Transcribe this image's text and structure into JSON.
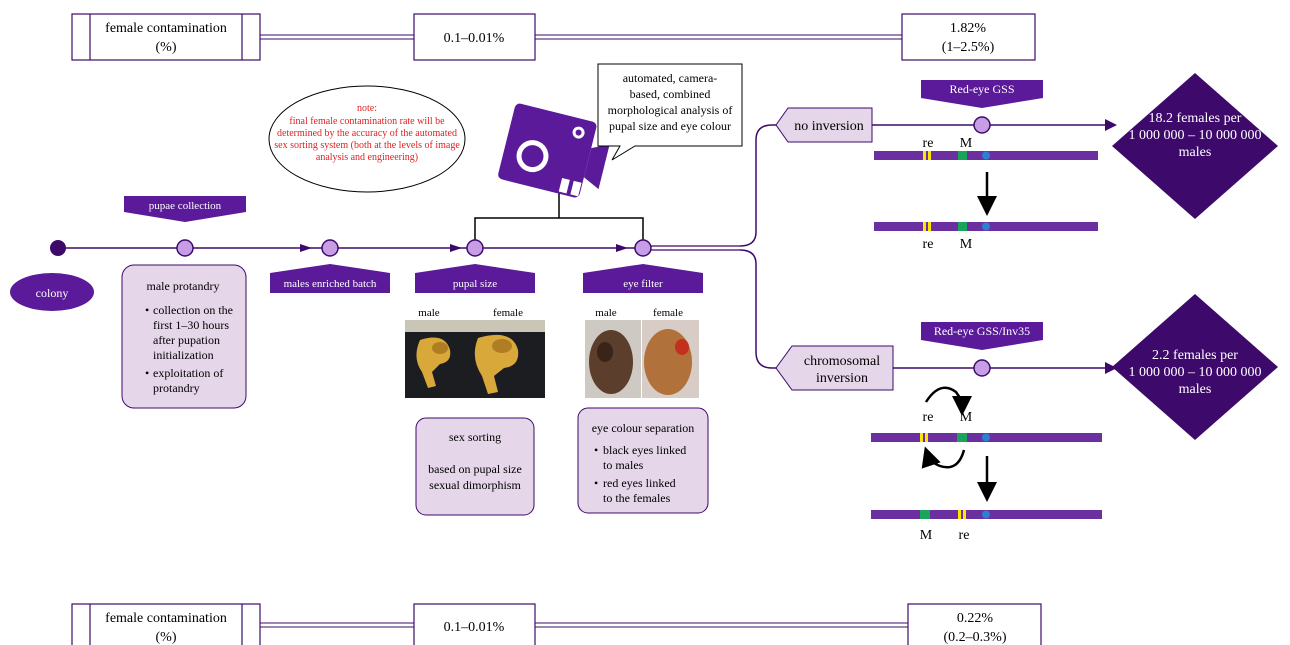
{
  "top_row": {
    "label_line1": "female contamination",
    "label_line2": "(%)",
    "mid_value": "0.1–0.01%",
    "end_line1": "1.82%",
    "end_line2": "(1–2.5%)"
  },
  "bottom_row": {
    "label_line1": "female contamination",
    "label_line2": "(%)",
    "mid_value": "0.1–0.01%",
    "end_line1": "0.22%",
    "end_line2": "(0.2–0.3%)"
  },
  "colony": "colony",
  "pupae_collection": "pupae collection",
  "protandry_box": {
    "title": "male protandry",
    "bullet1": [
      "collection on the",
      "first 1–30 hours",
      "after pupation",
      "initialization"
    ],
    "bullet2": [
      "exploitation of",
      "protandry"
    ]
  },
  "males_enriched": "males enriched batch",
  "note": {
    "title": "note:",
    "lines": [
      "final female contamination rate will be",
      "determined by the accuracy of the automated",
      "sex sorting system (both at the levels of image",
      "analysis and engineering)"
    ]
  },
  "camera_bubble": [
    "automated, camera-",
    "based, combined",
    "morphological analysis of",
    "pupal size and eye colour"
  ],
  "pupal_size": {
    "banner": "pupal size",
    "male": "male",
    "female": "female",
    "box_title": "sex sorting",
    "box_lines": [
      "based on pupal size",
      "sexual dimorphism"
    ]
  },
  "eye_filter": {
    "banner": "eye filter",
    "male": "male",
    "female": "female",
    "box_title": "eye colour separation",
    "bullet1": [
      "black eyes linked",
      "to males"
    ],
    "bullet2": [
      "red eyes linked",
      "to the females"
    ]
  },
  "upper_branch": {
    "branch_label": "no inversion",
    "strain": "Red-eye GSS",
    "result": [
      "18.2 females per",
      "1 000 000 – 10 000 000",
      "males"
    ],
    "re": "re",
    "m": "M"
  },
  "lower_branch": {
    "branch_label": [
      "chromosomal",
      "inversion"
    ],
    "strain": "Red-eye GSS/Inv35",
    "result": [
      "2.2 females per",
      "1 000 000 – 10 000 000",
      "males"
    ],
    "re": "re",
    "m": "M"
  },
  "colors": {
    "purple_dark": "#3d0a6b",
    "purple": "#5a1a9a",
    "purple_light": "#e6d6ea",
    "node_fill": "#c79ee6",
    "red_note": "#e02020",
    "yellow": "#ffe600",
    "green": "#1aa35a",
    "blue": "#2f7fd0"
  }
}
